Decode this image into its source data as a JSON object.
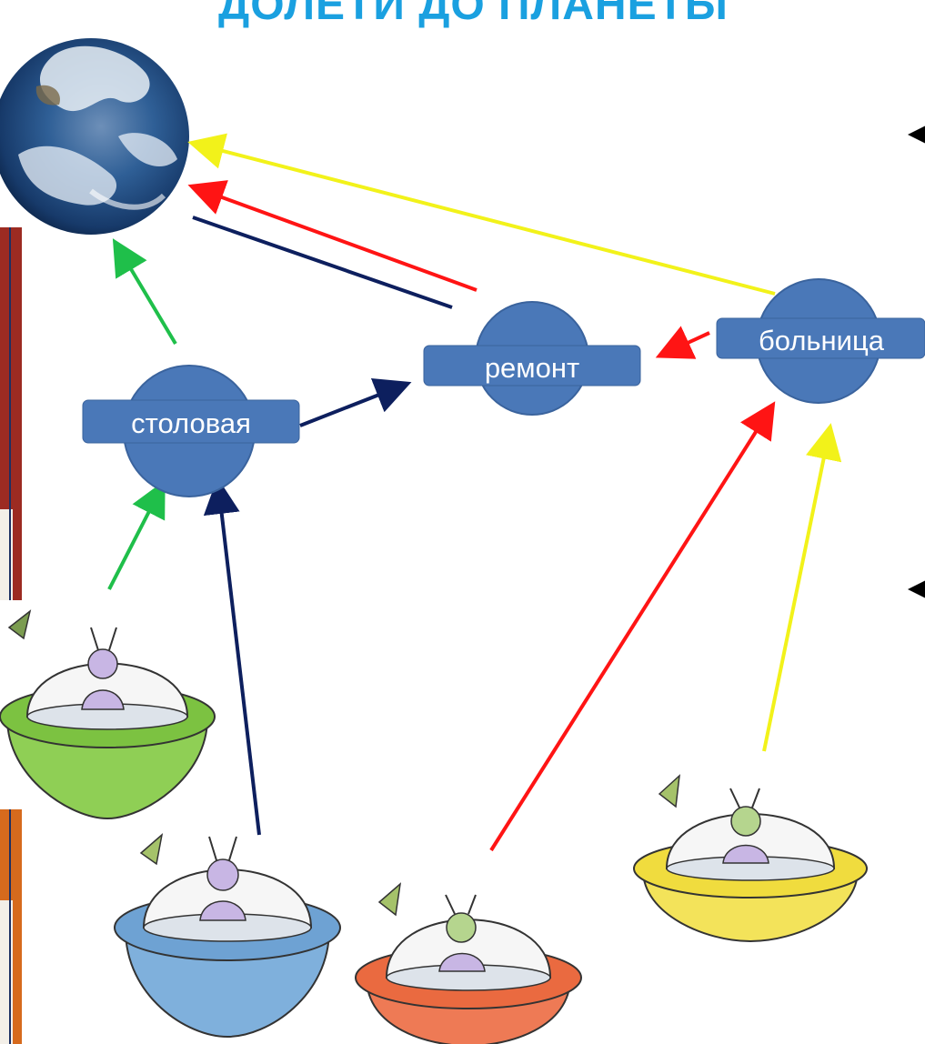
{
  "title": "ДОЛЕТИ ДО ПЛАНЕТЫ",
  "stations": {
    "canteen": "столовая",
    "repair": "ремонт",
    "hospital": "больница"
  },
  "colors": {
    "station_fill": "#4a78b8",
    "station_stroke": "#3a639d",
    "route_green": "#1fbf4a",
    "route_navy": "#0d1f5e",
    "route_red": "#ff1414",
    "route_yellow": "#ffff1a",
    "title": "#1aa0e0"
  },
  "icons": {
    "planet": "earth-icon",
    "ufos": [
      "green-ufo-icon",
      "blue-ufo-icon",
      "red-ufo-icon",
      "yellow-ufo-icon"
    ]
  }
}
